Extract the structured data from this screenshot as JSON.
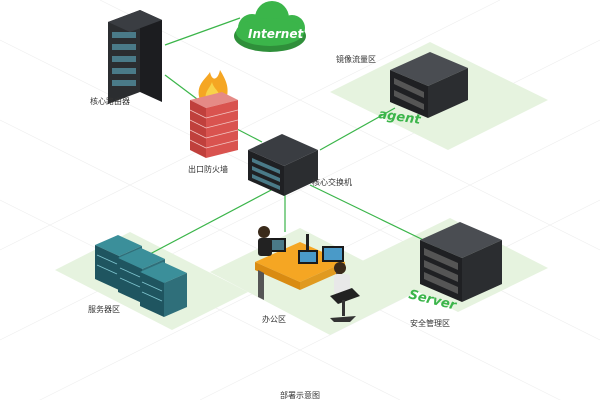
{
  "diagram": {
    "caption": "部署示意图",
    "nodes": {
      "core_router": {
        "label": "核心路由器"
      },
      "internet": {
        "label": "Internet"
      },
      "firewall": {
        "label": "出口防火墙"
      },
      "core_switch": {
        "label": "核心交换机"
      },
      "mirror_zone": {
        "label": "镜像流量区",
        "device_text": "agent"
      },
      "server_zone": {
        "label": "服务器区"
      },
      "office_zone": {
        "label": "办公区"
      },
      "security_zone": {
        "label": "安全管理区",
        "device_text": "Server"
      }
    },
    "colors": {
      "link": "#3bb54a",
      "zone_fill": "#e6f3df",
      "cloud": "#3bb54a",
      "rack": "#2b2d30",
      "server_teal": "#2f6f7a",
      "brick": "#d9534f",
      "desk": "#f5a623"
    }
  }
}
